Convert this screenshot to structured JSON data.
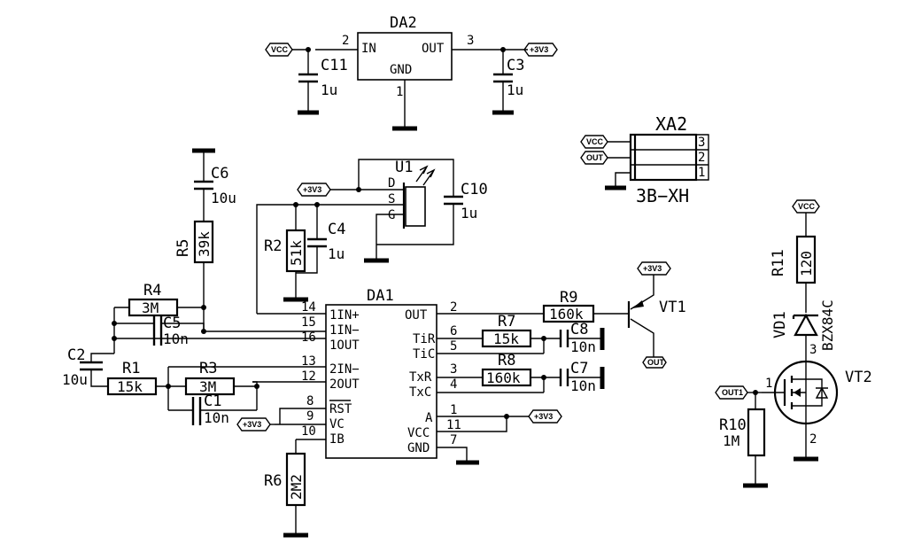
{
  "da2": {
    "ref": "DA2",
    "in": "IN",
    "out": "OUT",
    "gnd": "GND",
    "pin_in": "2",
    "pin_out": "3",
    "pin_gnd": "1"
  },
  "c11": {
    "ref": "C11",
    "val": "1u"
  },
  "c3": {
    "ref": "C3",
    "val": "1u"
  },
  "c6": {
    "ref": "C6",
    "val": "10u"
  },
  "r5": {
    "ref": "R5",
    "val": "39k"
  },
  "u1": {
    "ref": "U1",
    "d": "D",
    "s": "S",
    "g": "G"
  },
  "c10": {
    "ref": "C10",
    "val": "1u"
  },
  "r2": {
    "ref": "R2",
    "val": "51k"
  },
  "c4": {
    "ref": "C4",
    "val": "1u"
  },
  "r4": {
    "ref": "R4",
    "val": "3M"
  },
  "c5": {
    "ref": "C5",
    "val": "10n"
  },
  "c2": {
    "ref": "C2",
    "val": "10u"
  },
  "r1": {
    "ref": "R1",
    "val": "15k"
  },
  "r3": {
    "ref": "R3",
    "val": "3M"
  },
  "c1": {
    "ref": "C1",
    "val": "10n"
  },
  "r6": {
    "ref": "R6",
    "val": "2M2"
  },
  "da1": {
    "ref": "DA1",
    "left_pins": [
      {
        "num": "14",
        "name": "1IN+"
      },
      {
        "num": "15",
        "name": "1IN−"
      },
      {
        "num": "16",
        "name": "1OUT"
      },
      {
        "num": "13",
        "name": "2IN−"
      },
      {
        "num": "12",
        "name": "2OUT"
      },
      {
        "num": "8",
        "name": "RST"
      },
      {
        "num": "9",
        "name": "VC"
      },
      {
        "num": "10",
        "name": "IB"
      }
    ],
    "right_pins": [
      {
        "num": "2",
        "name": "OUT"
      },
      {
        "num": "6",
        "name": "TiR"
      },
      {
        "num": "5",
        "name": "TiC"
      },
      {
        "num": "3",
        "name": "TxR"
      },
      {
        "num": "4",
        "name": "TxC"
      },
      {
        "num": "1",
        "name": "A"
      },
      {
        "num": "11",
        "name": "VCC"
      },
      {
        "num": "7",
        "name": "GND"
      }
    ]
  },
  "r9": {
    "ref": "R9",
    "val": "160k"
  },
  "r7": {
    "ref": "R7",
    "val": "15k"
  },
  "c8": {
    "ref": "C8",
    "val": "10n"
  },
  "r8": {
    "ref": "R8",
    "val": "160k"
  },
  "c7": {
    "ref": "C7",
    "val": "10n"
  },
  "vt1": {
    "ref": "VT1"
  },
  "xa2": {
    "ref": "XA2",
    "part": "3B−XH",
    "pins": [
      "3",
      "2",
      "1"
    ]
  },
  "r11": {
    "ref": "R11",
    "val": "120"
  },
  "vd1": {
    "ref": "VD1",
    "val": "BZX84C"
  },
  "vt2": {
    "ref": "VT2",
    "pin1": "1",
    "pin2": "2",
    "pin3": "3"
  },
  "r10": {
    "ref": "R10",
    "val": "1M"
  },
  "nets": {
    "vcc": "VCC",
    "v33": "+3V3",
    "out": "OUT",
    "out1": "OUT1"
  }
}
